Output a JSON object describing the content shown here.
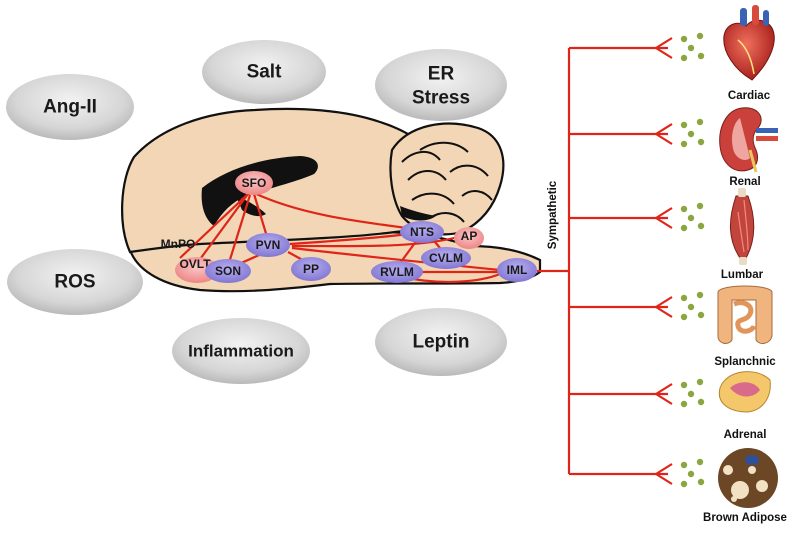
{
  "factors": {
    "ang2": "Ang-II",
    "salt": "Salt",
    "er_line1": "ER",
    "er_line2": "Stress",
    "ros": "ROS",
    "inflammation": "Inflammation",
    "leptin": "Leptin"
  },
  "nuclei": {
    "sfo": "SFO",
    "mnpo": "MnPO",
    "ovlt": "OVLT",
    "pvn": "PVN",
    "son": "SON",
    "pp": "PP",
    "nts": "NTS",
    "ap": "AP",
    "cvlm": "CVLM",
    "rvlm": "RVLM",
    "iml": "IML"
  },
  "sympathetic_label": "Sympathetic",
  "organs": [
    {
      "label": "Cardiac",
      "icon": "heart-icon"
    },
    {
      "label": "Renal",
      "icon": "kidney-icon"
    },
    {
      "label": "Lumbar",
      "icon": "muscle-icon"
    },
    {
      "label": "Splanchnic",
      "icon": "intestine-icon"
    },
    {
      "label": "Adrenal",
      "icon": "adrenal-gland-icon"
    },
    {
      "label": "Brown Adipose",
      "icon": "brown-adipose-icon"
    }
  ],
  "colors": {
    "nerve": "#e02418",
    "brain": "#f2d6b6",
    "nucleus_purple": "#8e83d9",
    "nucleus_pink": "#f19a9a",
    "factor_bubble": "#d9d9d9",
    "vesicle": "#8ba63e"
  }
}
